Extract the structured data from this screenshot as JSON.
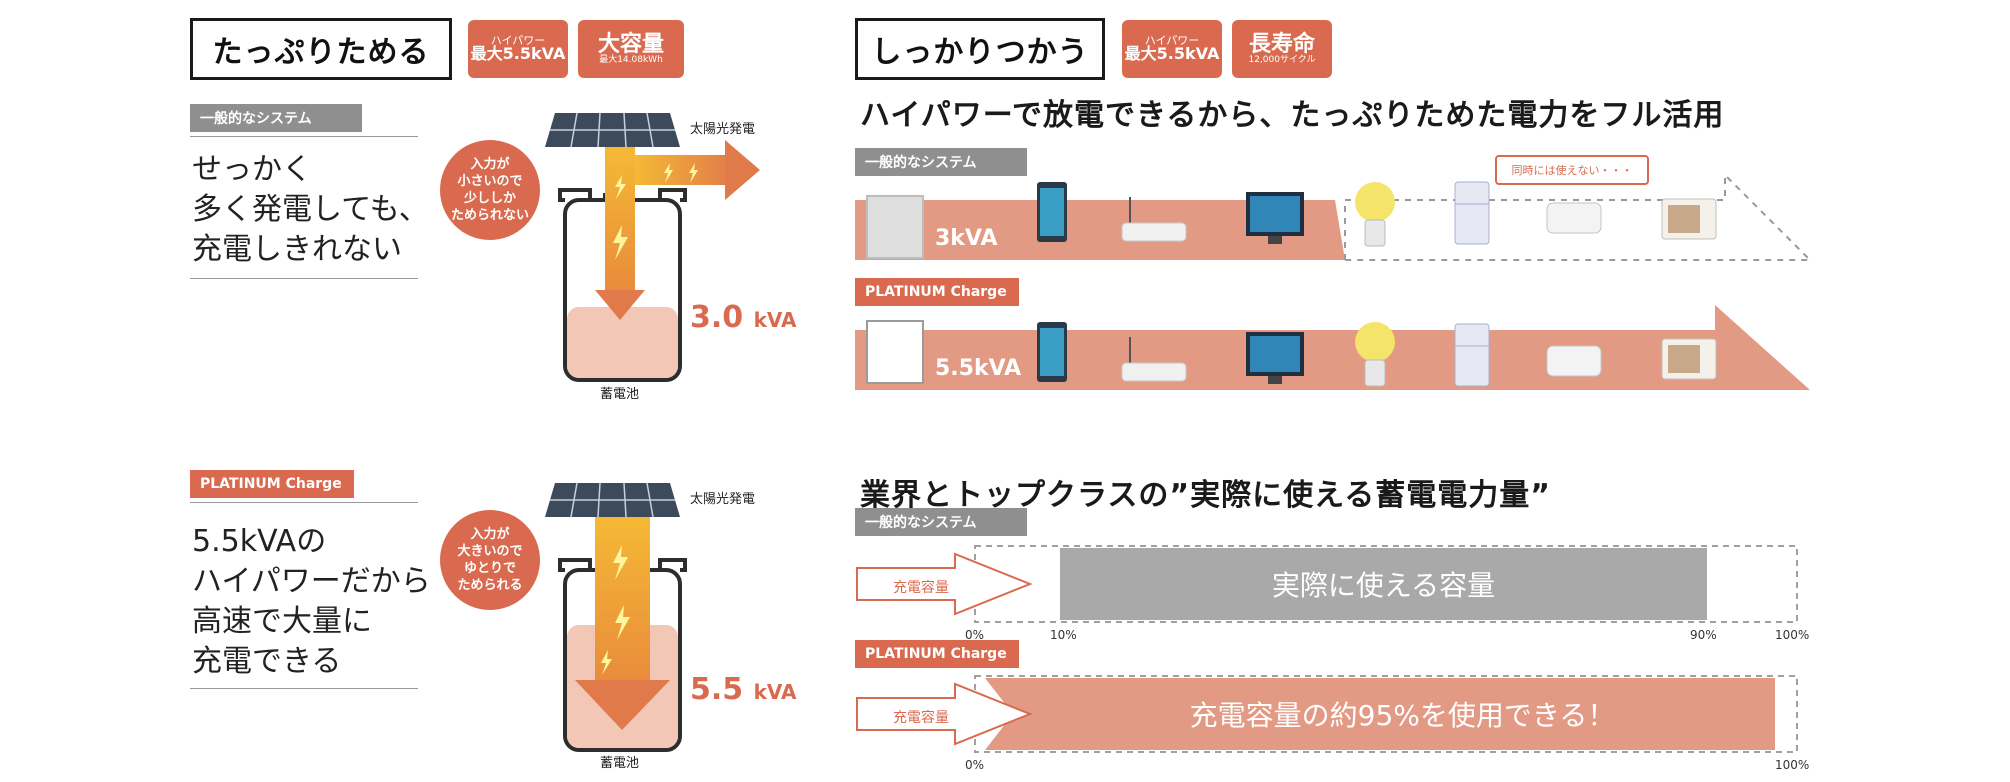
{
  "colors": {
    "accent": "#d96a4f",
    "accent_light": "#f2c7b6",
    "gray": "#8f8f8f",
    "bar_gray": "#a9a9a9"
  },
  "left": {
    "title": "たっぷりためる",
    "badge1": {
      "top": "ハイパワー",
      "main": "最大5.5kVA"
    },
    "badge2": {
      "main": "大容量",
      "sub": "最大14.08kWh"
    },
    "general": {
      "tag": "一般的なシステム",
      "text": "せっかく\n多く発電しても、\n充電しきれない",
      "solar_label": "太陽光発電",
      "bubble": "入力が\n小さいので\n少ししか\nためられない",
      "kva_value": "3.0",
      "kva_unit": "kVA",
      "battery_label": "蓄電池"
    },
    "platinum": {
      "tag": "PLATINUM Charge",
      "text": "5.5kVAの\nハイパワーだから\n高速で大量に\n充電できる",
      "solar_label": "太陽光発電",
      "bubble": "入力が\n大きいので\nゆとりで\nためられる",
      "kva_value": "5.5",
      "kva_unit": "kVA",
      "battery_label": "蓄電池"
    }
  },
  "right": {
    "title": "しっかりつかう",
    "badge1": {
      "top": "ハイパワー",
      "main": "最大5.5kVA"
    },
    "badge2": {
      "main": "長寿命",
      "sub": "12,000サイクル"
    },
    "heading1": "ハイパワーで放電できるから、たっぷりためた電力をフル活用",
    "flow1": {
      "tag": "一般的なシステム",
      "kva": "3kVA",
      "note": "同時には使えない・・・"
    },
    "flow2": {
      "tag": "PLATINUM Charge",
      "kva": "5.5kVA"
    },
    "appliances": [
      "tablet-icon",
      "router-icon",
      "tv-icon",
      "light-bulb-icon",
      "refrigerator-icon",
      "air-conditioner-icon",
      "microwave-icon"
    ],
    "heading2": "業界とトップクラスの”実際に使える蓄電電力量”",
    "cap1": {
      "tag": "一般的なシステム",
      "arrow_label": "充電容量",
      "bar_label": "実際に使える容量",
      "ticks": [
        "0%",
        "10%",
        "90%",
        "100%"
      ],
      "usable_range": [
        10,
        90
      ]
    },
    "cap2": {
      "tag": "PLATINUM Charge",
      "arrow_label": "充電容量",
      "bar_label": "充電容量の約95%を使用できる！",
      "ticks": [
        "0%",
        "100%"
      ],
      "usable_percent": 95
    }
  }
}
